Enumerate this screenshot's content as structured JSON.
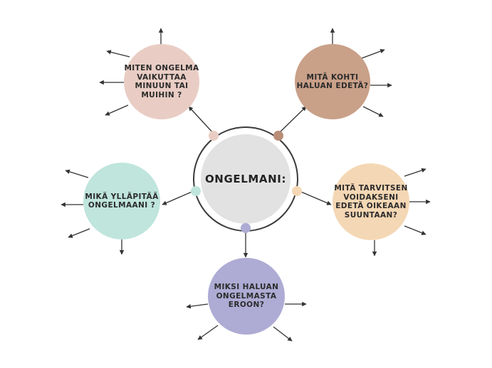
{
  "center": {
    "label": "ONGELMANI:"
  },
  "nodes": {
    "top_left": {
      "text": "MITEN ONGELMA\nVAIKUTTAA\nMINUUN TAI\nMUIHIN ?",
      "color": "#e9cdc4"
    },
    "top_right": {
      "text": "MITÄ KOHTI\nHALUAN EDETÄ?",
      "color": "#c9a088"
    },
    "left": {
      "text": "MIKÄ YLLÄPITÄÄ\nONGELMAANI ?",
      "color": "#bfe5dc"
    },
    "right": {
      "text": "MITÄ TARVITSEN\nVOIDAKSENI\nEDETÄ OIKEAAN\nSUUNTAAN?",
      "color": "#f4d7b4"
    },
    "bottom": {
      "text": "MIKSI HALUAN\nONGELMASTA\nEROON?",
      "color": "#aeabd4"
    }
  },
  "colors": {
    "arrow": "#333333",
    "ring": "#3a3a3a",
    "center_fill": "#e2e2e2"
  }
}
